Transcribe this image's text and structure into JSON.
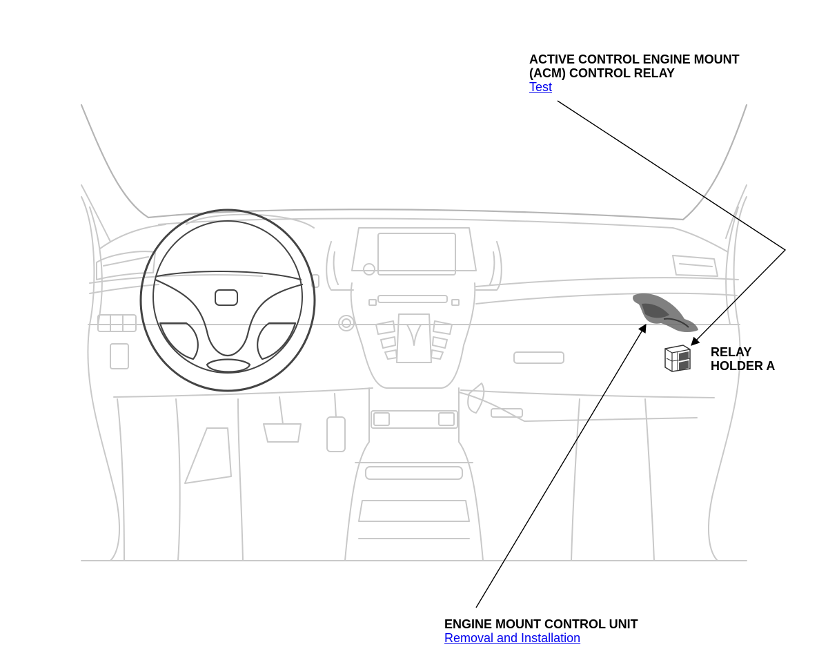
{
  "labels": {
    "acm_relay": {
      "line1": "ACTIVE CONTROL ENGINE MOUNT",
      "line2": "(ACM) CONTROL RELAY",
      "link": "Test"
    },
    "relay_holder": {
      "line1": "RELAY",
      "line2": "HOLDER A"
    },
    "engine_mount_unit": {
      "line1": "ENGINE MOUNT CONTROL UNIT",
      "link": "Removal and Installation"
    }
  },
  "colors": {
    "link": "#0000ee",
    "outline": "#c9c9c9",
    "wheel": "#444444",
    "component": "#6a6a6a",
    "leader": "#000000"
  }
}
